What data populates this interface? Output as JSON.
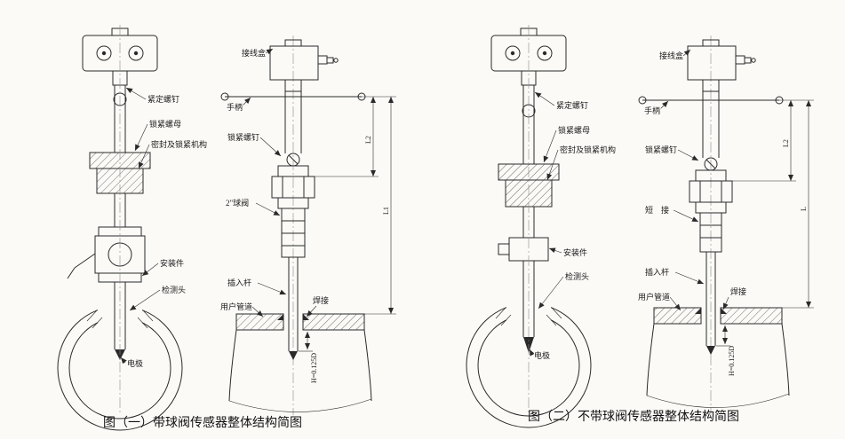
{
  "figure1": {
    "caption": "图（一）带球阀传感器整体结构简图",
    "left": {
      "labels": {
        "set_screw": "紧定螺钉",
        "lock_nut": "锁紧螺母",
        "seal_lock": "密封及锁紧机构",
        "mount": "安装件",
        "probe": "检测头",
        "electrode": "电极"
      }
    },
    "right": {
      "labels": {
        "junction_box": "接线盒",
        "handle": "手柄",
        "lock_screw": "锁紧螺钉",
        "ball_valve": "2\"球阀",
        "insert_rod": "插入杆",
        "user_pipe": "用户管道",
        "weld": "焊接",
        "depth": "H=0.125D",
        "dim_l2": "L2",
        "dim_l1": "L1"
      }
    }
  },
  "figure2": {
    "caption": "图（二）不带球阀传感器整体结构简图",
    "left": {
      "labels": {
        "set_screw": "紧定螺钉",
        "lock_nut": "锁紧螺母",
        "seal_lock": "密封及锁紧机构",
        "mount": "安装件",
        "probe": "检测头",
        "electrode": "电极"
      }
    },
    "right": {
      "labels": {
        "junction_box": "接线盒",
        "handle": "手柄",
        "lock_screw": "锁紧螺钉",
        "short_pipe": "短　接",
        "insert_rod": "插入杆",
        "user_pipe": "用户管道",
        "weld": "焊接",
        "depth": "H=0.125D",
        "dim_l2": "L2",
        "dim_l": "L"
      }
    }
  }
}
